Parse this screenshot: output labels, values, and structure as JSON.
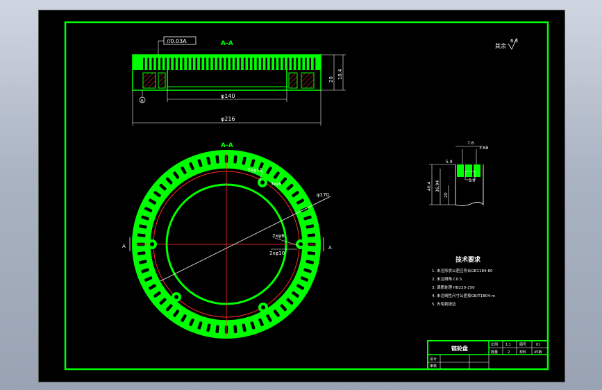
{
  "colors": {
    "background": "#000000",
    "frame": "#00ff00",
    "dimension": "#ffffff",
    "centerline": "#ff2a2a",
    "hatch": "#ff2a2a"
  },
  "section_view": {
    "flatness_tolerance": "//0.03A",
    "dim_inner_bore": "φ140",
    "dim_outer": "φ216",
    "dim_height": "20",
    "dim_total_height": "18.4",
    "datum": "A",
    "section_mark": "A-A"
  },
  "plan_view": {
    "top_mark": "A-A",
    "hole_pattern_label": "3xφ11",
    "hole_pattern_sub": "3xφ6",
    "dim_outer": "φ170",
    "dim_inner_a": "2xφ6",
    "dim_inner_b": "2xφ10",
    "section_arrow_left": "A",
    "section_arrow_right": "A"
  },
  "detail_view": {
    "dim_top_a": "7.6",
    "dim_top_b": "3.68",
    "dim_left": "5.9",
    "dim_height_a": "40.4",
    "dim_height_b": "36.94",
    "dim_mid": "20",
    "dim_slot": "5.0"
  },
  "roughness_note": "其余",
  "roughness_value": "6.3",
  "technical_requirements": {
    "title": "技术要求",
    "lines": [
      "1. 未注形状公差应符合GB1184-80",
      "2. 未注倒角 C0.5",
      "3. 调质处理 HB220-250",
      "4. 未注线性尺寸公差按GB/T1804-m",
      "5. 去毛刺锐边"
    ]
  },
  "title_block": {
    "name": "链轮盘",
    "scale_label": "比例",
    "scale_value": "1:1",
    "drawing_no_label": "图号",
    "drawing_no_value": "01",
    "qty_label": "数量",
    "qty_value": "2",
    "material_label": "材料",
    "material_value": "45钢",
    "designer_label": "设计",
    "checker_label": "审核"
  }
}
